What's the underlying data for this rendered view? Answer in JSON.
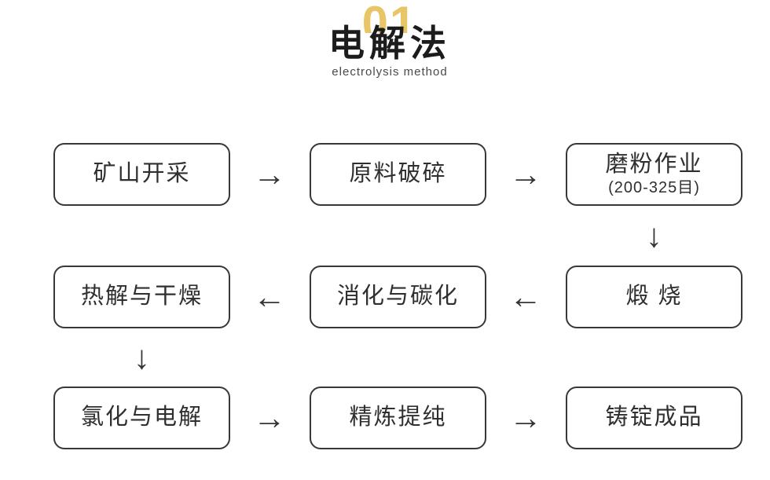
{
  "title": {
    "number": "01",
    "heading": "电解法",
    "subtitle": "electrolysis method"
  },
  "colors": {
    "accent": "#E8C566",
    "line": "#383838",
    "text": "#2f2f2f"
  },
  "arrows": {
    "right": "→",
    "left": "←",
    "down": "↓"
  },
  "boxes": [
    {
      "label": "矿山开采"
    },
    {
      "label": "原料破碎"
    },
    {
      "label": "磨粉作业",
      "sub": "(200-325目)"
    },
    {
      "label": "热解与干燥"
    },
    {
      "label": "消化与碳化"
    },
    {
      "label": "煅 烧"
    },
    {
      "label": "氯化与电解"
    },
    {
      "label": "精炼提纯"
    },
    {
      "label": "铸锭成品"
    }
  ]
}
